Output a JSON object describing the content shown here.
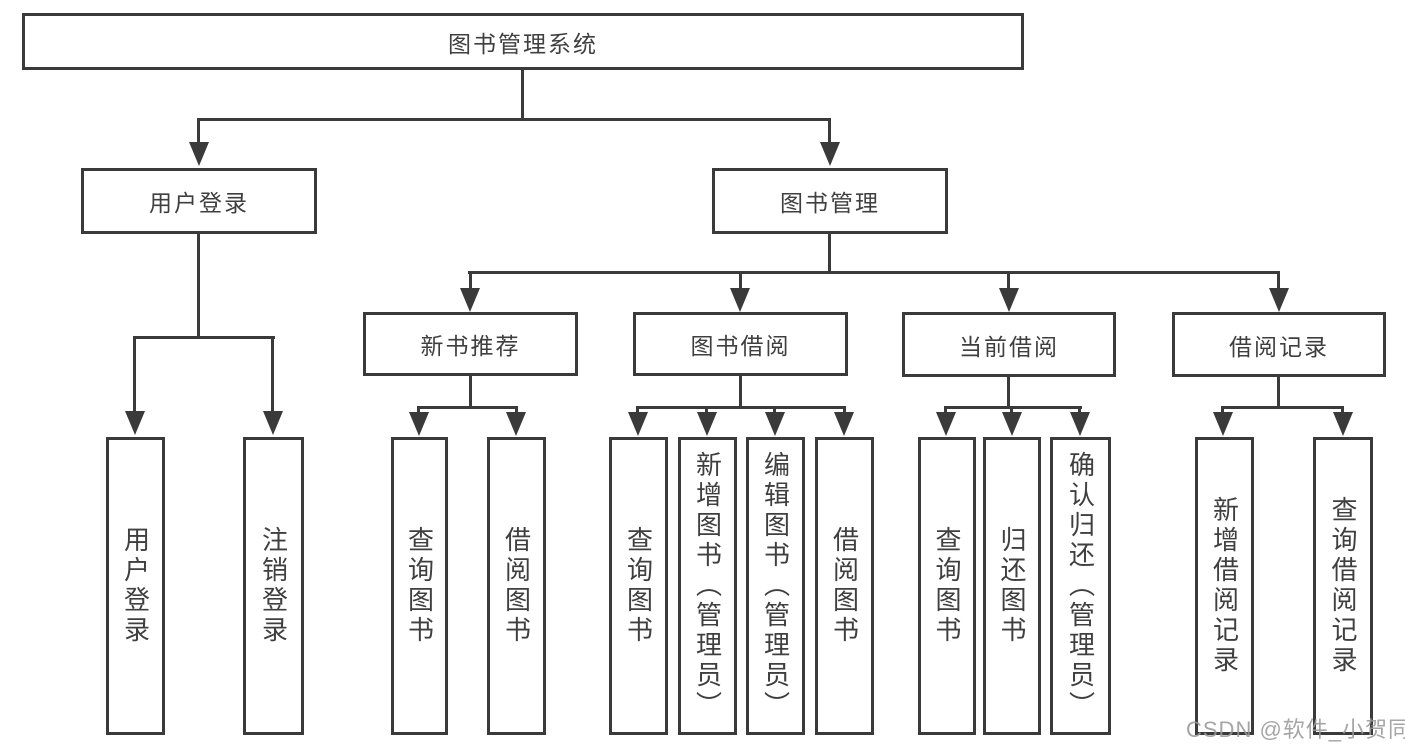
{
  "title": "图书管理系统",
  "watermark": "CSDN @软件_小贺同学",
  "colors": {
    "line": "#3a3a3a",
    "box_border": "#3a3a3a",
    "text": "#3f3f3f",
    "watermark": "#999999",
    "background": "#ffffff"
  },
  "nodes": {
    "root": "图书管理系统",
    "user_login": "用户登录",
    "book_mgmt": "图书管理",
    "new_books": "新书推荐",
    "book_borrow": "图书借阅",
    "current_borrow": "当前借阅",
    "borrow_records": "借阅记录",
    "ul_login": "用户登录",
    "ul_logout": "注销登录",
    "nb_query": "查询图书",
    "nb_borrow": "借阅图书",
    "bb_query": "查询图书",
    "bb_add": "新增图书（管理员）",
    "bb_edit": "编辑图书（管理员）",
    "bb_borrow": "借阅图书",
    "cb_query": "查询图书",
    "cb_return": "归还图书",
    "cb_confirm": "确认归还（管理员）",
    "br_add": "新增借阅记录",
    "br_query": "查询借阅记录"
  },
  "hierarchy": {
    "图书管理系统": {
      "用户登录": [
        "用户登录",
        "注销登录"
      ],
      "图书管理": {
        "新书推荐": [
          "查询图书",
          "借阅图书"
        ],
        "图书借阅": [
          "查询图书",
          "新增图书（管理员）",
          "编辑图书（管理员）",
          "借阅图书"
        ],
        "当前借阅": [
          "查询图书",
          "归还图书",
          "确认归还（管理员）"
        ],
        "借阅记录": [
          "新增借阅记录",
          "查询借阅记录"
        ]
      }
    }
  }
}
